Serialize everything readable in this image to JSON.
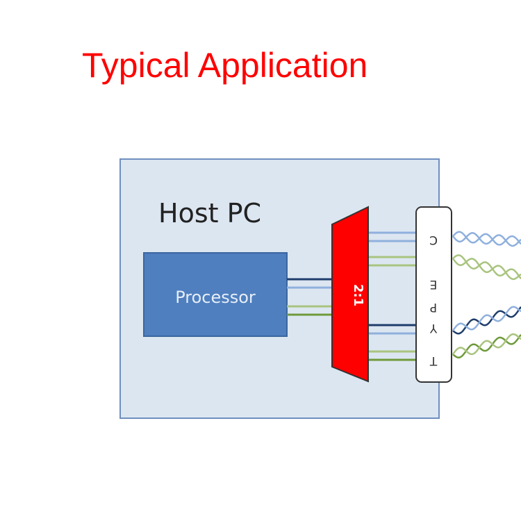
{
  "title": "Typical Application",
  "host": {
    "label": "Host PC"
  },
  "processor": {
    "label": "Processor"
  },
  "mux": {
    "label": "2:1"
  },
  "connector": {
    "letters": [
      "C",
      "E",
      "P",
      "Y",
      "T"
    ]
  },
  "colors": {
    "title": "#ff0000",
    "host_fill": "#dce6f1",
    "host_border": "#6f8fbf",
    "processor_fill": "#4f7fbf",
    "processor_border": "#3a669f",
    "processor_text": "#e6eef8",
    "mux_fill": "#ff0000",
    "mux_border": "#333333",
    "mux_text": "#ffffff",
    "connector_fill": "#ffffff",
    "connector_border": "#333333",
    "wire_dark_blue": "#1f3d6b",
    "wire_light_blue": "#8fb0dd",
    "wire_light_green": "#a9c47f",
    "wire_dark_green": "#6e9a3a"
  }
}
